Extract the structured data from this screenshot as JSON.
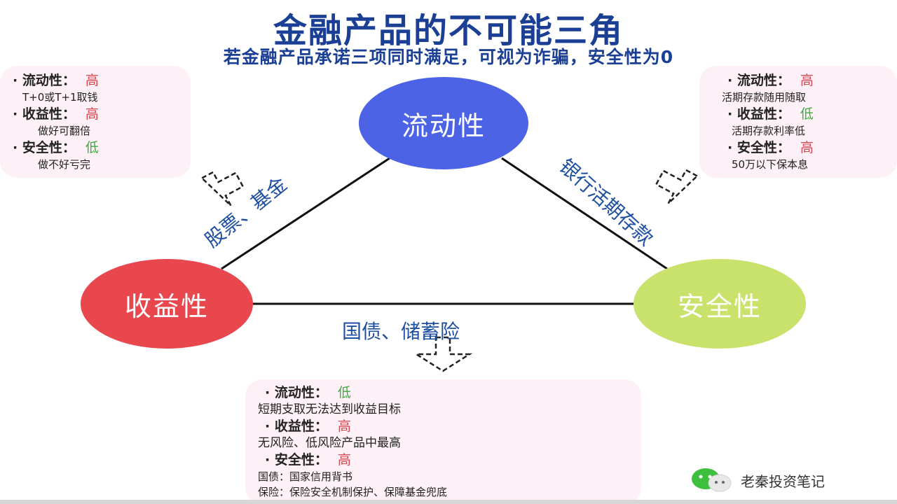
{
  "title": "金融产品的不可能三角",
  "subtitle": "若金融产品承诺三项同时满足，可视为诈骗，安全性为0",
  "nodes": {
    "liquidity": "流动性",
    "return": "收益性",
    "safety": "安全性"
  },
  "edges": {
    "stocks_funds": "股票、基金",
    "bank_deposit": "银行活期存款",
    "bonds_insurance": "国债、储蓄险"
  },
  "cards": {
    "stocks": {
      "rows": [
        {
          "label": "· 流动性：",
          "level": "高",
          "desc": "T+0或T+1取钱"
        },
        {
          "label": "· 收益性：",
          "level": "高",
          "desc": "做好可翻倍"
        },
        {
          "label": "· 安全性：",
          "level": "低",
          "desc": "做不好亏完"
        }
      ]
    },
    "bank": {
      "rows": [
        {
          "label": "· 流动性：",
          "level": "高",
          "desc": "活期存款随用随取"
        },
        {
          "label": "· 收益性：",
          "level": "低",
          "desc": "活期存款利率低"
        },
        {
          "label": "· 安全性：",
          "level": "高",
          "desc": "50万以下保本息"
        }
      ]
    },
    "bonds": {
      "rows": [
        {
          "label": "· 流动性：",
          "level": "低",
          "desc": "短期支取无法达到收益目标"
        },
        {
          "label": "· 收益性：",
          "level": "高",
          "desc": "无风险、低风险产品中最高"
        },
        {
          "label": "· 安全性：",
          "level": "高",
          "desc": "国债：国家信用背书",
          "desc2": "保险：保险安全机制保护、保障基金兜底"
        }
      ]
    }
  },
  "colors": {
    "liquidity": "#4c63e6",
    "return": "#e8474d",
    "safety": "#c9e26b",
    "high": "#d6454f",
    "low": "#3caa3c"
  },
  "watermark": "老秦投资笔记"
}
